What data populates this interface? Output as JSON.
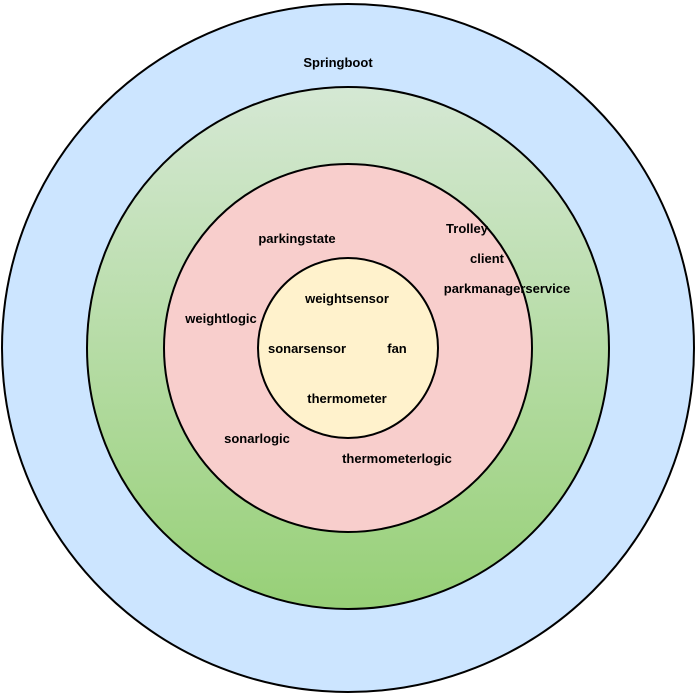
{
  "layers": [
    {
      "name": "Springboot",
      "fill": "#cce5ff",
      "labels": [
        "Springboot"
      ]
    },
    {
      "name": "middle-layer",
      "fill_top": "#d5e8d4",
      "fill_bottom": "#97d077",
      "labels": []
    },
    {
      "name": "logic-layer",
      "fill": "#f8cecc",
      "labels": [
        "parkingstate",
        "Trolley",
        "client",
        "parkmanagerservice",
        "weightlogic",
        "sonarlogic",
        "thermometerlogic"
      ]
    },
    {
      "name": "device-layer",
      "fill": "#fff2cc",
      "labels": [
        "weightsensor",
        "sonarsensor",
        "fan",
        "thermometer"
      ]
    }
  ],
  "labels": {
    "springboot": "Springboot",
    "parkingstate": "parkingstate",
    "trolley": "Trolley",
    "client": "client",
    "parkmanagerservice": "parkmanagerservice",
    "weightlogic": "weightlogic",
    "sonarlogic": "sonarlogic",
    "thermometerlogic": "thermometerlogic",
    "weightsensor": "weightsensor",
    "sonarsensor": "sonarsensor",
    "fan": "fan",
    "thermometer": "thermometer"
  },
  "colors": {
    "outline": "#000000",
    "text": "#000000"
  }
}
